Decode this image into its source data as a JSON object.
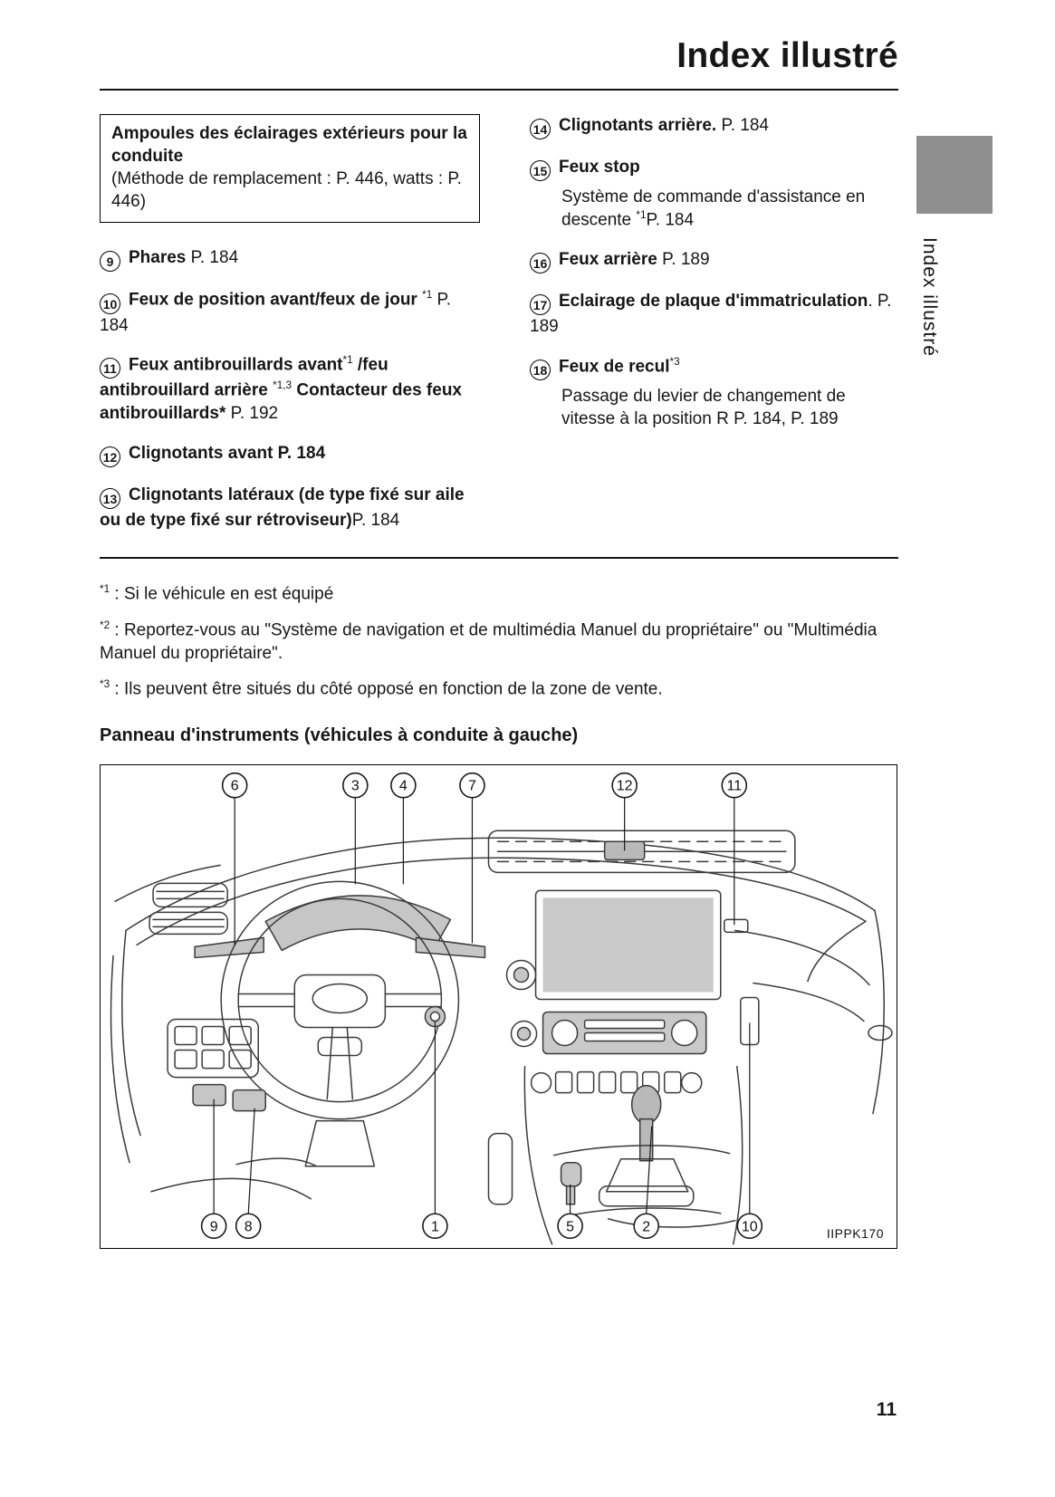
{
  "page": {
    "title": "Index illustré",
    "number": "11",
    "side_tab_label": "Index illustré"
  },
  "note_box": {
    "bold": "Ampoules des éclairages extérieurs pour la conduite",
    "normal": "(Méthode de remplacement : P. 446, watts : P. 446)"
  },
  "items": {
    "left": [
      {
        "num": "9",
        "segments": [
          {
            "t": "Phares",
            "b": true
          },
          {
            "t": " P. 184"
          }
        ]
      },
      {
        "num": "10",
        "segments": [
          {
            "t": "Feux de position avant/feux de jour",
            "b": true
          },
          {
            "t": " "
          },
          {
            "t": "*1",
            "sup": true
          },
          {
            "t": " P. 184"
          }
        ]
      },
      {
        "num": "11",
        "segments": [
          {
            "t": "Feux antibrouillards avant",
            "b": true
          },
          {
            "t": "*1",
            "sup": true
          },
          {
            "t": " /feu antibrouillard arrière ",
            "b": true
          },
          {
            "t": "*1,3",
            "sup": true
          },
          {
            "t": " Contacteur des feux antibrouillards*",
            "b": true
          },
          {
            "t": " P. 192"
          }
        ]
      },
      {
        "num": "12",
        "segments": [
          {
            "t": "Clignotants avant P. 184",
            "b": true
          }
        ]
      },
      {
        "num": "13",
        "segments": [
          {
            "t": "Clignotants latéraux (de type fixé sur aile ou de type fixé sur rétroviseur)",
            "b": true
          },
          {
            "t": "P. 184"
          }
        ]
      }
    ],
    "right": [
      {
        "num": "14",
        "segments": [
          {
            "t": "Clignotants arrière.",
            "b": true
          },
          {
            "t": " P. 184"
          }
        ]
      },
      {
        "num": "15",
        "segments": [
          {
            "t": "Feux stop",
            "b": true
          }
        ],
        "sub": [
          [
            {
              "t": "Système de commande d'assistance en descente "
            },
            {
              "t": "*1",
              "sup": true
            },
            {
              "t": "P. 184"
            }
          ]
        ]
      },
      {
        "num": "16",
        "segments": [
          {
            "t": "Feux arrière",
            "b": true
          },
          {
            "t": " P. 189"
          }
        ]
      },
      {
        "num": "17",
        "segments": [
          {
            "t": "Eclairage de plaque d'immatriculation",
            "b": true
          },
          {
            "t": ". P. 189"
          }
        ]
      },
      {
        "num": "18",
        "segments": [
          {
            "t": "Feux de recul",
            "b": true
          },
          {
            "t": "*3",
            "sup": true
          }
        ],
        "sub": [
          [
            {
              "t": "Passage du levier de changement de vitesse à la position R P. 184, P. 189"
            }
          ]
        ]
      }
    ]
  },
  "footnotes": [
    {
      "marker": "*1",
      "text": " : Si le véhicule en est équipé"
    },
    {
      "marker": "*2",
      "text": " : Reportez-vous au \"Système de navigation et de multimédia Manuel du propriétaire\" ou \"Multimédia Manuel du propriétaire\"."
    },
    {
      "marker": "*3",
      "text": " : Ils peuvent être situés du côté opposé en fonction de la zone de vente."
    }
  ],
  "panel_heading": "Panneau d'instruments (véhicules à conduite à gauche)",
  "figure": {
    "code": "IIPPK170",
    "callouts_top": [
      "6",
      "3",
      "4",
      "7",
      "12",
      "11"
    ],
    "callouts_bottom": [
      "9",
      "8",
      "1",
      "5",
      "2",
      "10"
    ]
  },
  "colors": {
    "tab_gray": "#8f8f8f",
    "highlight_gray": "#c6c6c6"
  }
}
